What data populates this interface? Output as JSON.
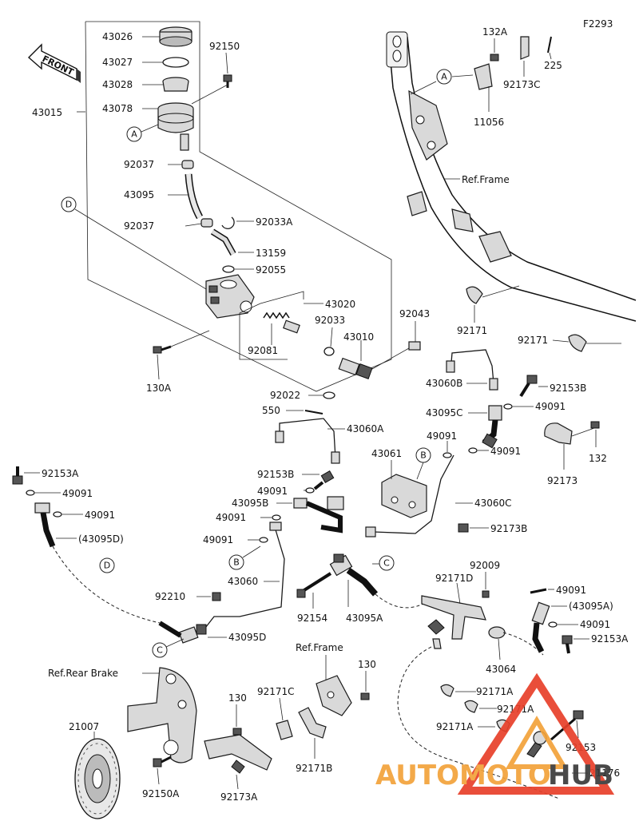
{
  "figure_code": "F2293",
  "front_label": "FRONT",
  "ref_labels": {
    "frame_top": "Ref.Frame",
    "frame_mid": "Ref.Frame",
    "rear_brake": "Ref.Rear Brake"
  },
  "callouts": [
    "A",
    "A",
    "B",
    "B",
    "C",
    "C",
    "D",
    "D"
  ],
  "parts": {
    "p43026": "43026",
    "p43027": "43027",
    "p43028": "43028",
    "p43078": "43078",
    "p43015": "43015",
    "p92150": "92150",
    "p92037a": "92037",
    "p43095": "43095",
    "p92037b": "92037",
    "p92033A": "92033A",
    "p13159": "13159",
    "p92055": "92055",
    "p43020": "43020",
    "p92033": "92033",
    "p43010": "43010",
    "p92081": "92081",
    "p130A": "130A",
    "p92043": "92043",
    "p92022": "92022",
    "p550": "550",
    "p43060A": "43060A",
    "p132A": "132A",
    "p225": "225",
    "p92173C": "92173C",
    "p11056": "11056",
    "p92171a": "92171",
    "p92171b": "92171",
    "p43060B": "43060B",
    "p92153B_r": "92153B",
    "p43095C": "43095C",
    "p49091_r1": "49091",
    "p49091_r2": "49091",
    "p49091_r3": "49091",
    "p92173": "92173",
    "p132": "132",
    "p43061": "43061",
    "p43060C": "43060C",
    "p92173B": "92173B",
    "p92153A_l": "92153A",
    "p49091_l1": "49091",
    "p49091_l2": "49091",
    "p43095D_paren": "(43095D)",
    "p92153B_m": "92153B",
    "p49091_m1": "49091",
    "p43095B": "43095B",
    "p49091_m2": "49091",
    "p49091_m3": "49091",
    "p43060": "43060",
    "p92210": "92210",
    "p43095D": "43095D",
    "p92154": "92154",
    "p43095A": "43095A",
    "p92009": "92009",
    "p92171D": "92171D",
    "p49091_b1": "49091",
    "p43095A_paren": "(43095A)",
    "p49091_b2": "49091",
    "p92153A_r": "92153A",
    "p43064": "43064",
    "p92171A_1": "92171A",
    "p92171A_2": "92171A",
    "p92171A_3": "92171A",
    "p92153": "92153",
    "p92171C": "92171C",
    "p92171B": "92171B",
    "p130_a": "130",
    "p130_b": "130",
    "p21007": "21007",
    "p92150A": "92150A",
    "p92173A": "92173A",
    "p21176": "21176"
  },
  "watermark": {
    "text_red": "AUTOMOTO",
    "text_dark": "HUB",
    "color_red": "#e8402a",
    "color_dark": "#3a3a3a",
    "color_orange": "#f2a23a"
  }
}
